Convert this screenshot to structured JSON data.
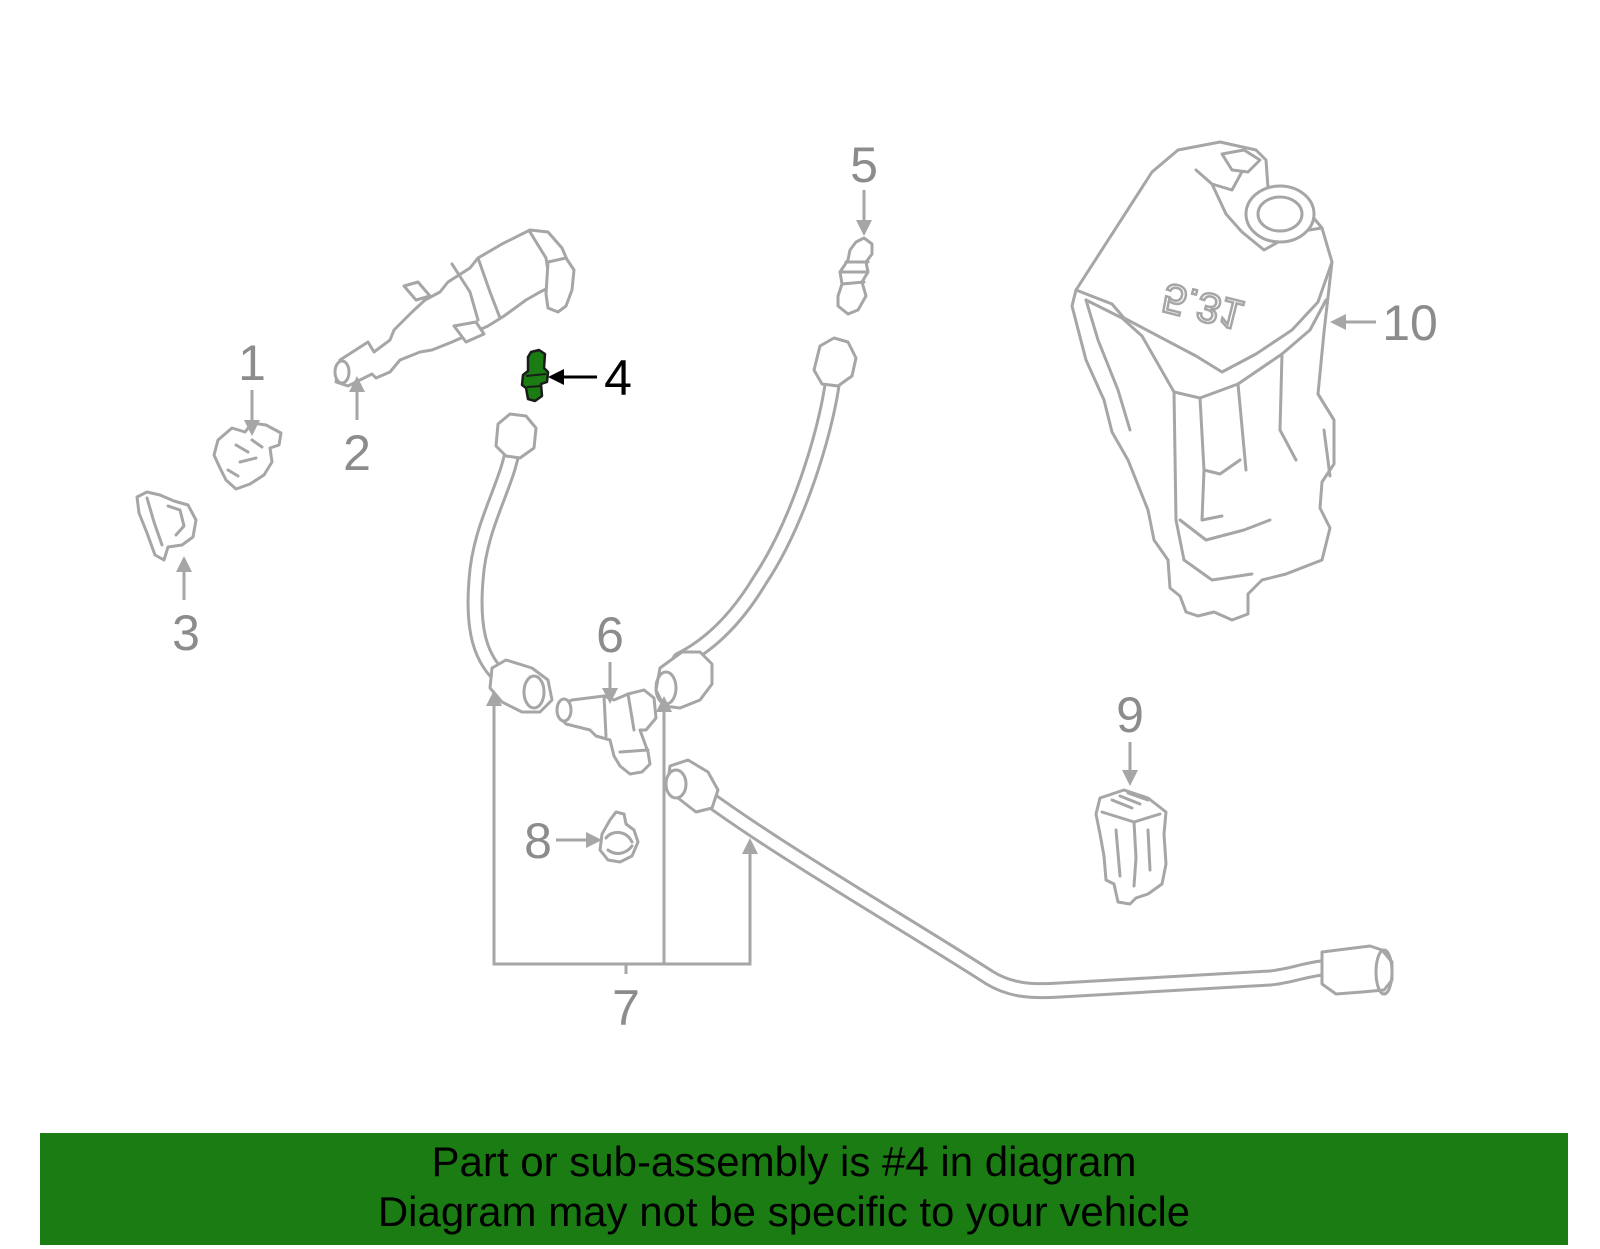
{
  "diagram": {
    "callouts": {
      "c1": "1",
      "c2": "2",
      "c3": "3",
      "c4": "4",
      "c5": "5",
      "c6": "6",
      "c7": "7",
      "c8": "8",
      "c9": "9",
      "c10": "10"
    },
    "tank_marking": "5.31",
    "highlighted_part": "4",
    "colors": {
      "line_art": "#a6a6a6",
      "callout_text": "#8c8c8c",
      "highlight_part": "#1b7c14",
      "highlight_text": "#000000",
      "banner_background": "#1b7c14"
    }
  },
  "banner": {
    "line1": "Part or sub-assembly is #4 in diagram",
    "line2": "Diagram may not be specific to your vehicle"
  }
}
